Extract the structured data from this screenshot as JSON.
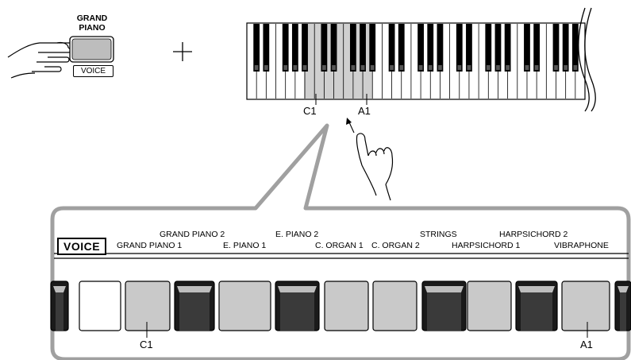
{
  "button": {
    "title_line1": "GRAND",
    "title_line2": "PIANO",
    "voice_tag": "VOICE"
  },
  "plus_symbol": "+",
  "keyboard_labels": {
    "left": "C1",
    "right": "A1"
  },
  "zoom_panel": {
    "voice_label": "VOICE",
    "voices_top": [
      "GRAND PIANO 2",
      "E. PIANO 2",
      "STRINGS",
      "HARPSICHORD 2"
    ],
    "voices_bottom": [
      "GRAND PIANO 1",
      "E. PIANO 1",
      "C. ORGAN 1",
      "C. ORGAN 2",
      "HARPSICHORD 1",
      "VIBRAPHONE"
    ],
    "key_label_left": "C1",
    "key_label_right": "A1"
  }
}
